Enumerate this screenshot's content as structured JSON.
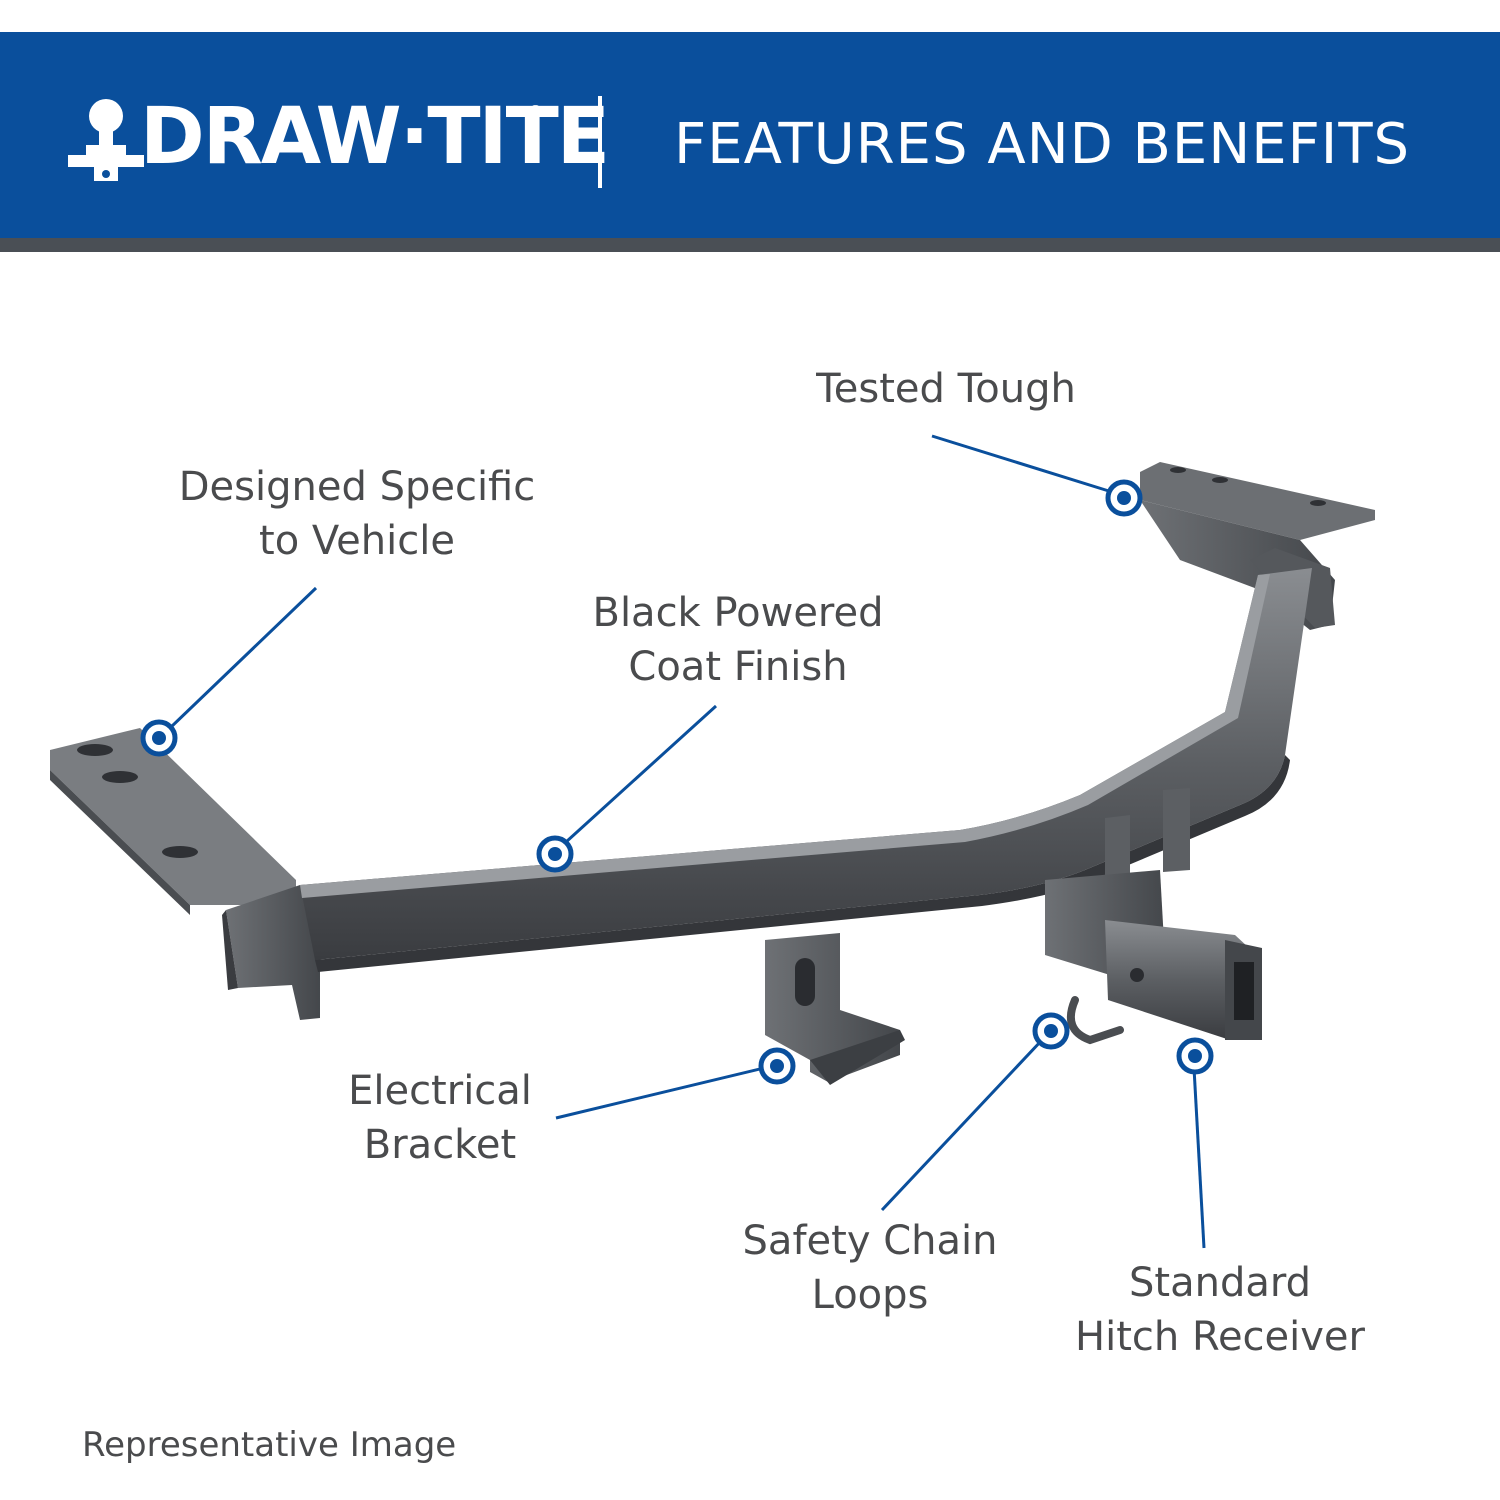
{
  "header": {
    "brand": "DRAW·TITE",
    "registered_mark": "®",
    "title": "FEATURES AND BENEFITS",
    "background_color": "#0a4f9c"
  },
  "callouts": [
    {
      "id": "tested-tough",
      "lines": [
        "Tested Tough"
      ]
    },
    {
      "id": "designed-specific",
      "lines": [
        "Designed Specific",
        "to Vehicle"
      ]
    },
    {
      "id": "black-powder-coat",
      "lines": [
        "Black Powered",
        "Coat Finish"
      ]
    },
    {
      "id": "electrical-bracket",
      "lines": [
        "Electrical",
        "Bracket"
      ]
    },
    {
      "id": "safety-chain-loops",
      "lines": [
        "Safety Chain",
        "Loops"
      ]
    },
    {
      "id": "standard-receiver",
      "lines": [
        "Standard",
        "Hitch Receiver"
      ]
    }
  ],
  "footnote": "Representative Image",
  "colors": {
    "accent": "#0a4f9c",
    "label_text": "#4a4b4d",
    "hitch_metal": "#5c5f63"
  },
  "icons": {
    "logo": "trailer-ball-icon",
    "callout_marker": "callout-dot-icon",
    "product": "trailer-hitch-illustration"
  }
}
